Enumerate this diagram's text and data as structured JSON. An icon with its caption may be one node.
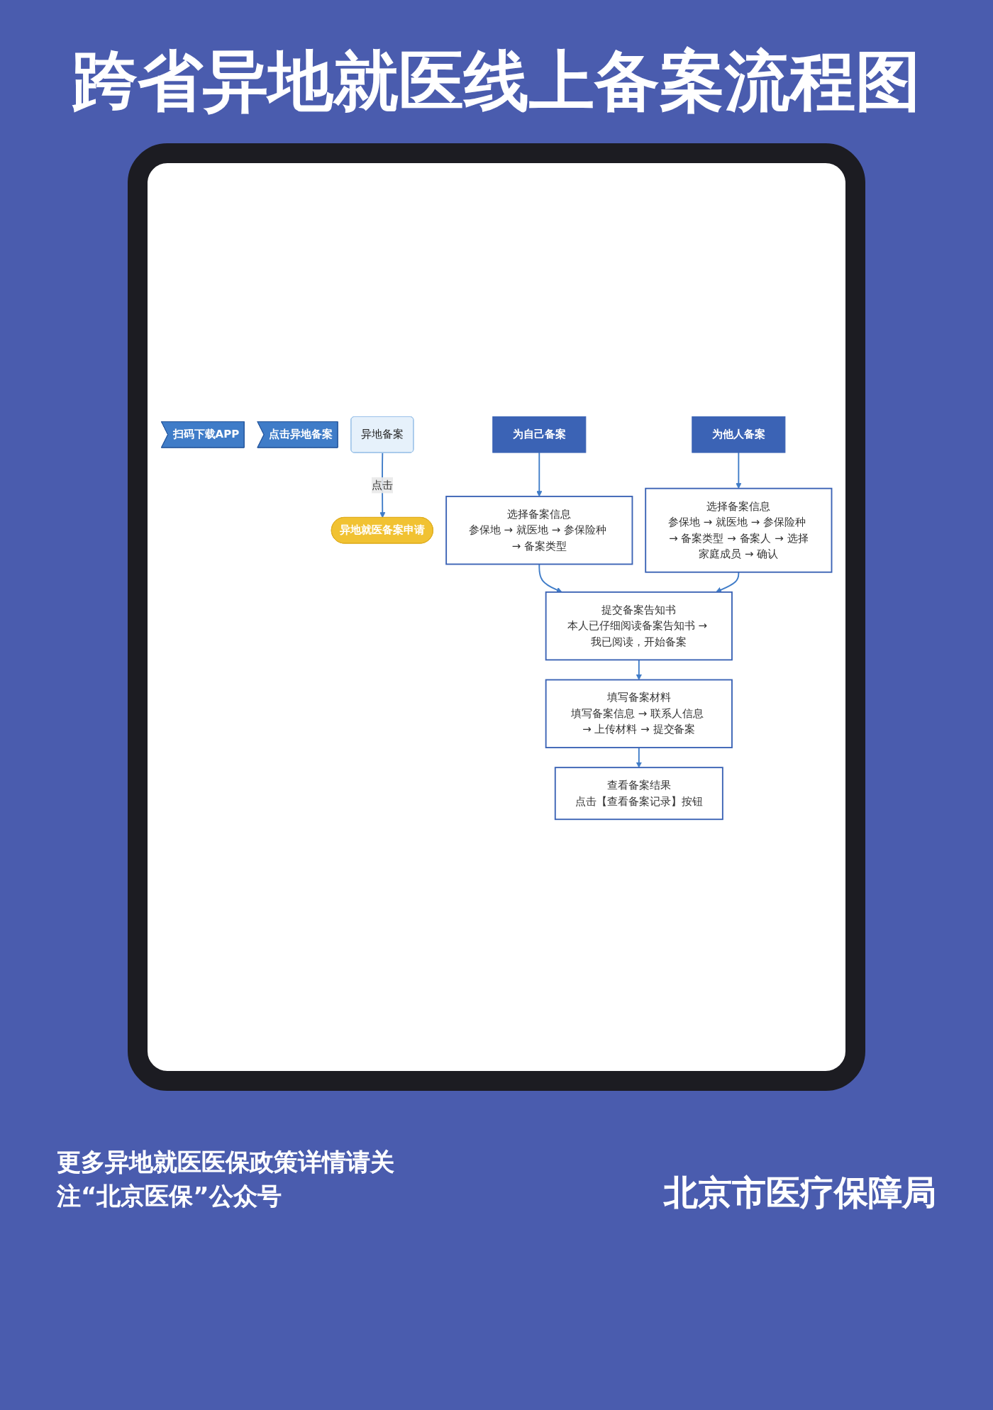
{
  "diagram": {
    "title": "跨省异地就医线上备案流程图",
    "nodes": [
      {
        "text": [
          "扫码下载APP"
        ]
      },
      {
        "text": [
          "点击异地备案"
        ]
      },
      {
        "text": [
          "异地备案"
        ]
      },
      {
        "text": [
          "异地就医备案申请"
        ]
      },
      {
        "text": [
          "为自己备案"
        ]
      },
      {
        "text": [
          "为他人备案"
        ]
      },
      {
        "text": [
          "选择备案信息",
          "参保地 → 就医地 → 参保险种 → 备案类型"
        ]
      },
      {
        "text": [
          "选择备案信息",
          "参保地 → 就医地 → 参保险种 → 备案类型 → 备案人 → 选择家庭成员 → 确认"
        ]
      },
      {
        "text": [
          "提交备案告知书",
          "本人已仔细阅读备案告知书 → 我已阅读，开始备案"
        ]
      },
      {
        "text": [
          "填写备案材料",
          "填写备案信息 → 联系人信息 → 上传材料 → 提交备案"
        ]
      },
      {
        "text": [
          "查看备案结果",
          "点击【查看备案记录】按钮"
        ]
      }
    ],
    "edges": [
      {
        "from": 2,
        "to": 3,
        "arrow": "to",
        "label": "点击"
      },
      {
        "from": 4,
        "to": 6,
        "arrow": "to"
      },
      {
        "from": 5,
        "to": 7,
        "arrow": "to"
      },
      {
        "from": 6,
        "to": 8,
        "arrow": "to"
      },
      {
        "from": 7,
        "to": 8,
        "arrow": "to"
      },
      {
        "from": 8,
        "to": 9,
        "arrow": "to"
      },
      {
        "from": 9,
        "to": 10,
        "arrow": "to"
      }
    ],
    "labels": [
      "更多异地就医医保政策详情请关注“北京医保”公众号",
      "北京市医疗保障局"
    ]
  }
}
